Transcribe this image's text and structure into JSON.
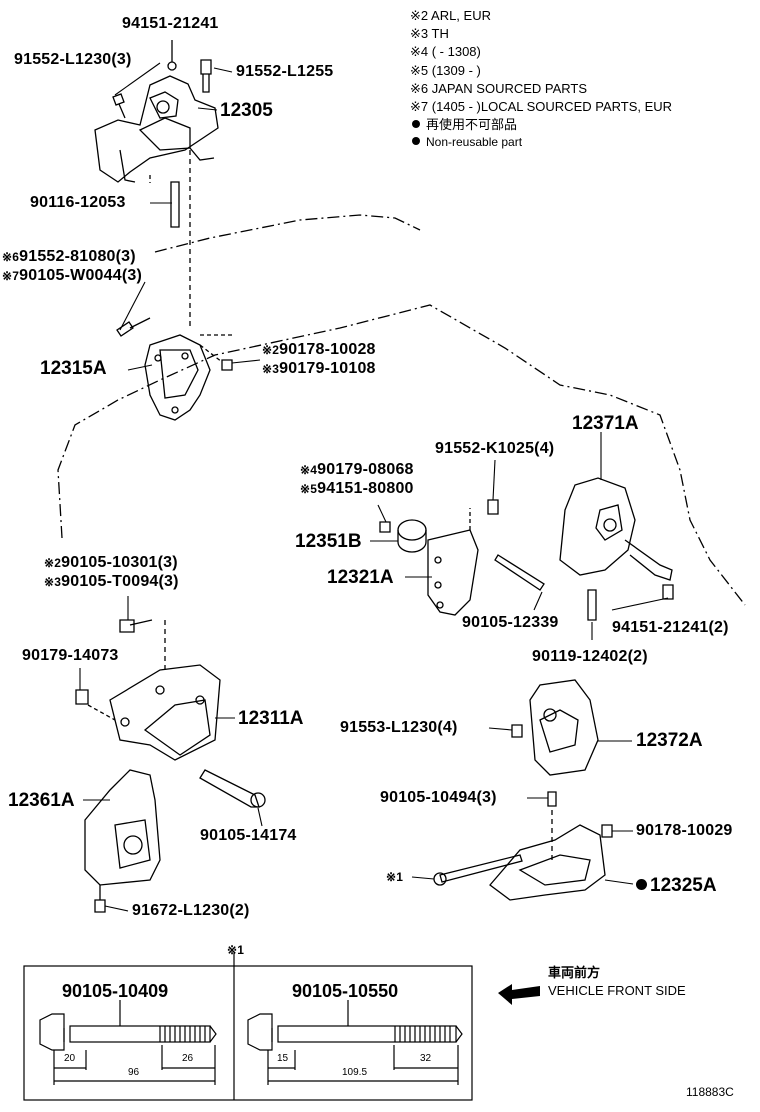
{
  "notes": {
    "n2": "※2 ARL, EUR",
    "n3": "※3 TH",
    "n4": "※4 (        - 1308)",
    "n5": "※5 (1309 -        )",
    "n6": "※6 JAPAN SOURCED PARTS",
    "n7": "※7 (1405 -        )LOCAL SOURCED PARTS, EUR",
    "nonreuse_jp": "再使用不可部品",
    "nonreuse_en": "Non-reusable part"
  },
  "parts": {
    "p94151_21241": "94151-21241",
    "p91552_L1230_3": "91552-L1230(3)",
    "p91552_L1255": "91552-L1255",
    "p12305": "12305",
    "p90116_12053": "90116-12053",
    "p91552_81080": "91552-81080(3)",
    "p90105_W0044": "90105-W0044(3)",
    "p12315A": "12315A",
    "p90178_10028": "90178-10028",
    "p90179_10108": "90179-10108",
    "p12371A": "12371A",
    "p91552_K1025": "91552-K1025(4)",
    "p90179_08068": "90179-08068",
    "p94151_80800": "94151-80800",
    "p12351B": "12351B",
    "p12321A": "12321A",
    "p90105_12339": "90105-12339",
    "p94151_21241_2": "94151-21241(2)",
    "p90119_12402": "90119-12402(2)",
    "p90105_10301": "90105-10301(3)",
    "p90105_T0094": "90105-T0094(3)",
    "p90179_14073": "90179-14073",
    "p12311A": "12311A",
    "p91553_L1230": "91553-L1230(4)",
    "p12372A": "12372A",
    "p12361A": "12361A",
    "p90105_14174": "90105-14174",
    "p90105_10494": "90105-10494(3)",
    "p90178_10029": "90178-10029",
    "p12325A": "12325A",
    "p91672_L1230": "91672-L1230(2)"
  },
  "markers": {
    "m1": "※1",
    "m2": "※2",
    "m3": "※3",
    "m4": "※4",
    "m5": "※5",
    "m6": "※6",
    "m7": "※7"
  },
  "bolt_table": {
    "left_part": "90105-10409",
    "left_dims": {
      "head": "20",
      "length": "96",
      "thread": "26"
    },
    "right_part": "90105-10550",
    "right_dims": {
      "head": "15",
      "length": "109.5",
      "thread": "32"
    }
  },
  "front": {
    "jp": "車両前方",
    "en": "VEHICLE FRONT SIDE"
  },
  "diagram_id": "118883C"
}
